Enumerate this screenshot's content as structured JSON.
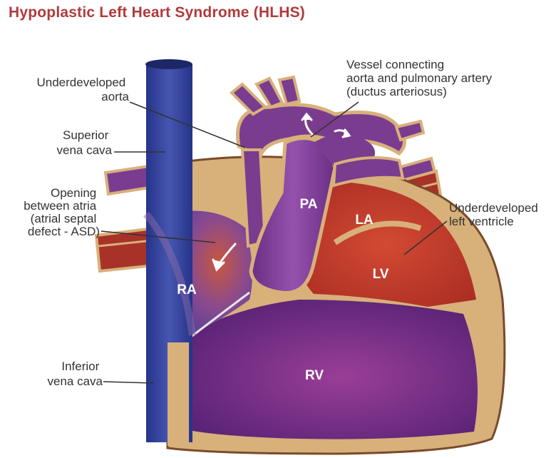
{
  "title": "Hypoplastic Left Heart Syndrome (HLHS)",
  "colors": {
    "title": "#b13a3c",
    "tan_wall": "#d8b07a",
    "purple": "#7a3c8f",
    "red": "#c0392b",
    "blue": "#3a4aa0",
    "label_text": "#333333"
  },
  "chambers": {
    "pa": "PA",
    "la": "LA",
    "lv": "LV",
    "ra": "RA",
    "rv": "RV"
  },
  "labels": {
    "aorta": [
      "Underdeveloped",
      "aorta"
    ],
    "svc": [
      "Superior",
      "vena cava"
    ],
    "asd": [
      "Opening",
      "between atria",
      "(atrial septal",
      "defect - ASD)"
    ],
    "ivc": [
      "Inferior",
      "vena cava"
    ],
    "ductus": [
      "Vessel connecting",
      "aorta and pulmonary artery",
      "(ductus arteriosus)"
    ],
    "left_ventricle": [
      "Underdeveloped",
      "left ventricle"
    ]
  }
}
